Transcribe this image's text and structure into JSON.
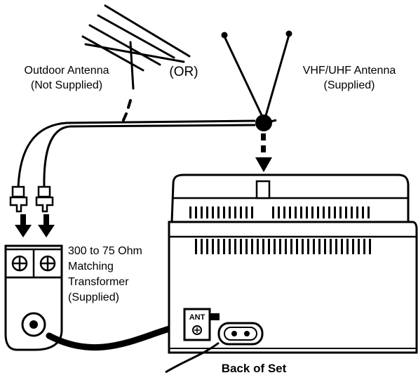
{
  "labels": {
    "outdoor_antenna_line1": "Outdoor Antenna",
    "outdoor_antenna_line2": "(Not Supplied)",
    "or_text": "(OR)",
    "vhf_uhf_line1": "VHF/UHF Antenna",
    "vhf_uhf_line2": "(Supplied)",
    "transformer_line1": "300 to 75 Ohm",
    "transformer_line2": "Matching",
    "transformer_line3": "Transformer",
    "transformer_line4": "(Supplied)",
    "ant_port": "ANT",
    "back_of_set": "Back of Set"
  },
  "colors": {
    "ink": "#000000",
    "paper": "#ffffff"
  }
}
